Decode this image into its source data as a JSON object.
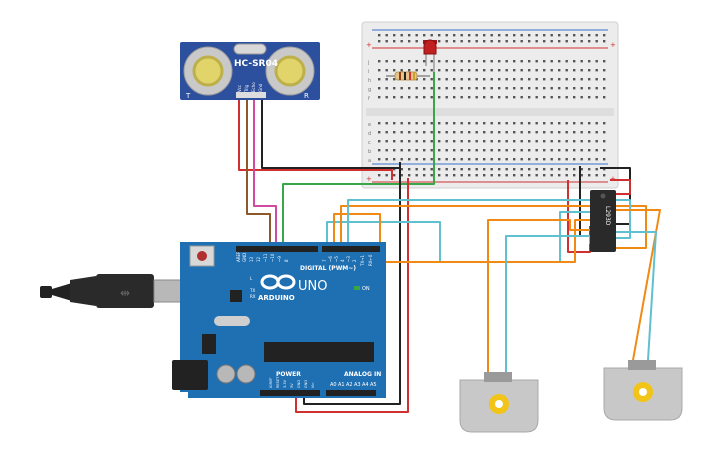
{
  "sensor": {
    "label": "HC-SR04",
    "left_mark": "T",
    "right_mark": "R",
    "pins": [
      "Vcc",
      "Trig",
      "Echo",
      "Gnd"
    ]
  },
  "arduino": {
    "brand": "ARDUINO",
    "model": "UNO",
    "digital_header": "DIGITAL (PWM~)",
    "analog_header": "ANALOG IN",
    "power_header": "POWER",
    "on_label": "ON",
    "tx_label": "TX",
    "rx_label": "RX",
    "l_label": "L",
    "digital_pins": [
      "AREF",
      "GND",
      "13",
      "12",
      "~11",
      "~10",
      "~9",
      "8",
      "7",
      "~6",
      "~5",
      "4",
      "~3",
      "2",
      "TX→1",
      "RX←0"
    ],
    "power_pins": [
      "IOREF",
      "RESET",
      "3.3V",
      "5V",
      "GND",
      "GND",
      "Vin"
    ],
    "analog_pins": [
      "A0",
      "A1",
      "A2",
      "A3",
      "A4",
      "A5"
    ]
  },
  "driver": {
    "label": "L293D"
  },
  "breadboard": {
    "row_letters_top": [
      "j",
      "i",
      "h",
      "g",
      "f"
    ],
    "row_letters_bottom": [
      "e",
      "d",
      "c",
      "b",
      "a"
    ]
  },
  "colors": {
    "board_blue": "#1f6fb3",
    "sensor_blue": "#2c4f9e",
    "breadboard": "#ececec",
    "wire_red": "#d03030",
    "wire_black": "#222222",
    "wire_orange": "#f08a14",
    "wire_cyan": "#5fc0d0",
    "wire_green": "#3aa64a",
    "wire_brown": "#8b5a2b",
    "wire_pink": "#d04aa0",
    "led_red": "#c02020",
    "motor_gray": "#c8c8c8",
    "motor_yellow": "#f2c418"
  }
}
